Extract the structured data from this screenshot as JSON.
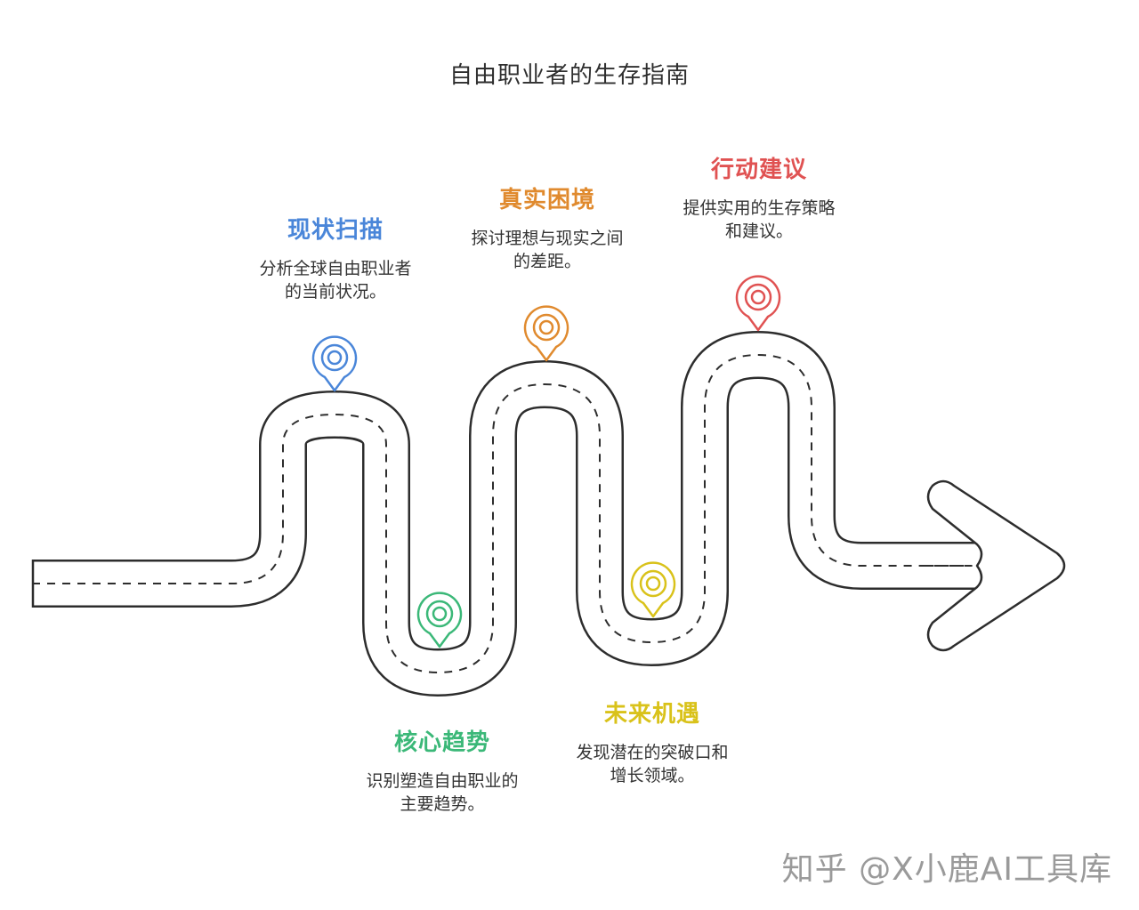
{
  "title": "自由职业者的生存指南",
  "stages": [
    {
      "title": "现状扫描",
      "desc_line1": "分析全球自由职业者",
      "desc_line2": "的当前状况。",
      "color": "#4a86d9"
    },
    {
      "title": "核心趋势",
      "desc_line1": "识别塑造自由职业的",
      "desc_line2": "主要趋势。",
      "color": "#3bb878"
    },
    {
      "title": "真实困境",
      "desc_line1": "探讨理想与现实之间",
      "desc_line2": "的差距。",
      "color": "#e08a2e"
    },
    {
      "title": "未来机遇",
      "desc_line1": "发现潜在的突破口和",
      "desc_line2": "增长领域。",
      "color": "#d9c21a"
    },
    {
      "title": "行动建议",
      "desc_line1": "提供实用的生存策略",
      "desc_line2": "和建议。",
      "color": "#e05252"
    }
  ],
  "watermark": "知乎 @X小鹿AI工具库"
}
